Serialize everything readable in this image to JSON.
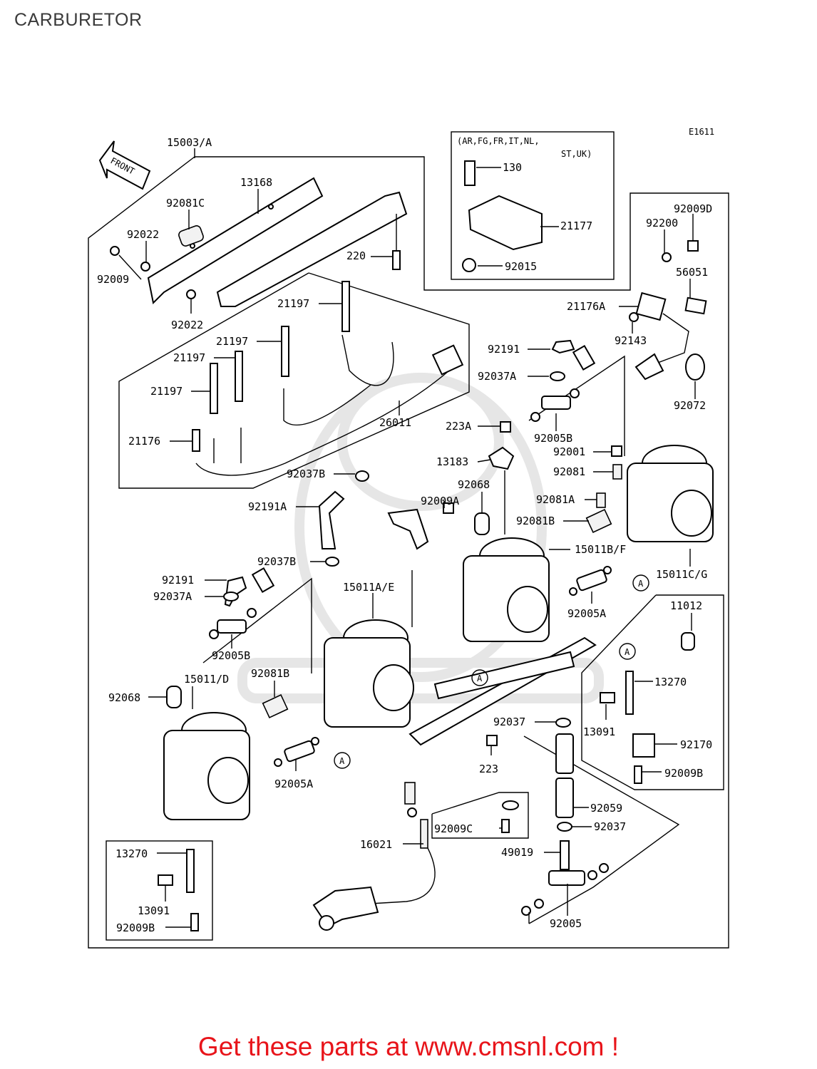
{
  "page": {
    "title": "CARBURETOR",
    "footer": "Get these parts at www.cmsnl.com !"
  },
  "diagram": {
    "code": "E1611",
    "front_label": "FRONT",
    "region_note": "(AR,FG,FR,IT,NL,",
    "region_note2": "ST,UK)",
    "circle_label": "A",
    "labels": {
      "p15003A": "15003/A",
      "p13168": "13168",
      "p92081C": "92081C",
      "p92022a": "92022",
      "p92009": "92009",
      "p92022b": "92022",
      "p220": "220",
      "p130": "130",
      "p21177": "21177",
      "p92015": "92015",
      "p92009D": "92009D",
      "p92200": "92200",
      "p56051": "56051",
      "p21176A": "21176A",
      "p92143": "92143",
      "p21197a": "21197",
      "p21197b": "21197",
      "p21197c": "21197",
      "p21197d": "21197",
      "p21176": "21176",
      "p26011": "26011",
      "p92191a": "92191",
      "p92037Aa": "92037A",
      "p92005Ba": "92005B",
      "p92072": "92072",
      "p223A": "223A",
      "p13183": "13183",
      "p92001": "92001",
      "p92081": "92081",
      "p92037Ba": "92037B",
      "p92068a": "92068",
      "p92009A": "92009A",
      "p92081A": "92081A",
      "p92191A": "92191A",
      "p92081Ba": "92081B",
      "p15011BF": "15011B/F",
      "p92037Bb": "92037B",
      "p15011CG": "15011C/G",
      "p92191b": "92191",
      "p92037Ab": "92037A",
      "p15011AE": "15011A/E",
      "p92005Aa": "92005A",
      "p11012": "11012",
      "p92005Bb": "92005B",
      "p92081Bb": "92081B",
      "p15011D": "15011/D",
      "p92068b": "92068",
      "p13270a": "13270",
      "p13091a": "13091",
      "p92037a": "92037",
      "p92170": "92170",
      "p223": "223",
      "p92009Ba": "92009B",
      "p92005Ab": "92005A",
      "p92059": "92059",
      "p92009C": "92009C",
      "p92037b": "92037",
      "p16021": "16021",
      "p49019": "49019",
      "p13270b": "13270",
      "p13091b": "13091",
      "p92009Bb": "92009B",
      "p92005": "92005"
    }
  }
}
